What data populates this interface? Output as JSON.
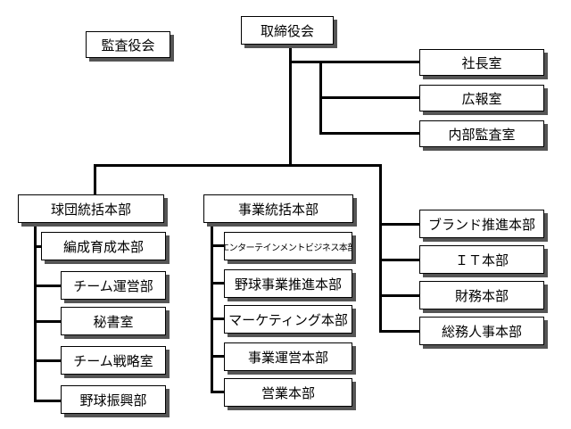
{
  "audit": "監査役会",
  "board": "取締役会",
  "staff": [
    "社長室",
    "広報室",
    "内部監査室"
  ],
  "divisions": {
    "baseball": {
      "label": "球団統括本部",
      "units": [
        "編成育成本部",
        "チーム運営部",
        "秘書室",
        "チーム戦略室",
        "野球振興部"
      ]
    },
    "business": {
      "label": "事業統括本部",
      "units": [
        "エンターテインメントビジネス本部",
        "野球事業推進本部",
        "マーケティング本部",
        "事業運営本部",
        "営業本部"
      ]
    },
    "right": [
      "ブランド推進本部",
      "ＩＴ本部",
      "財務本部",
      "総務人事本部"
    ]
  }
}
